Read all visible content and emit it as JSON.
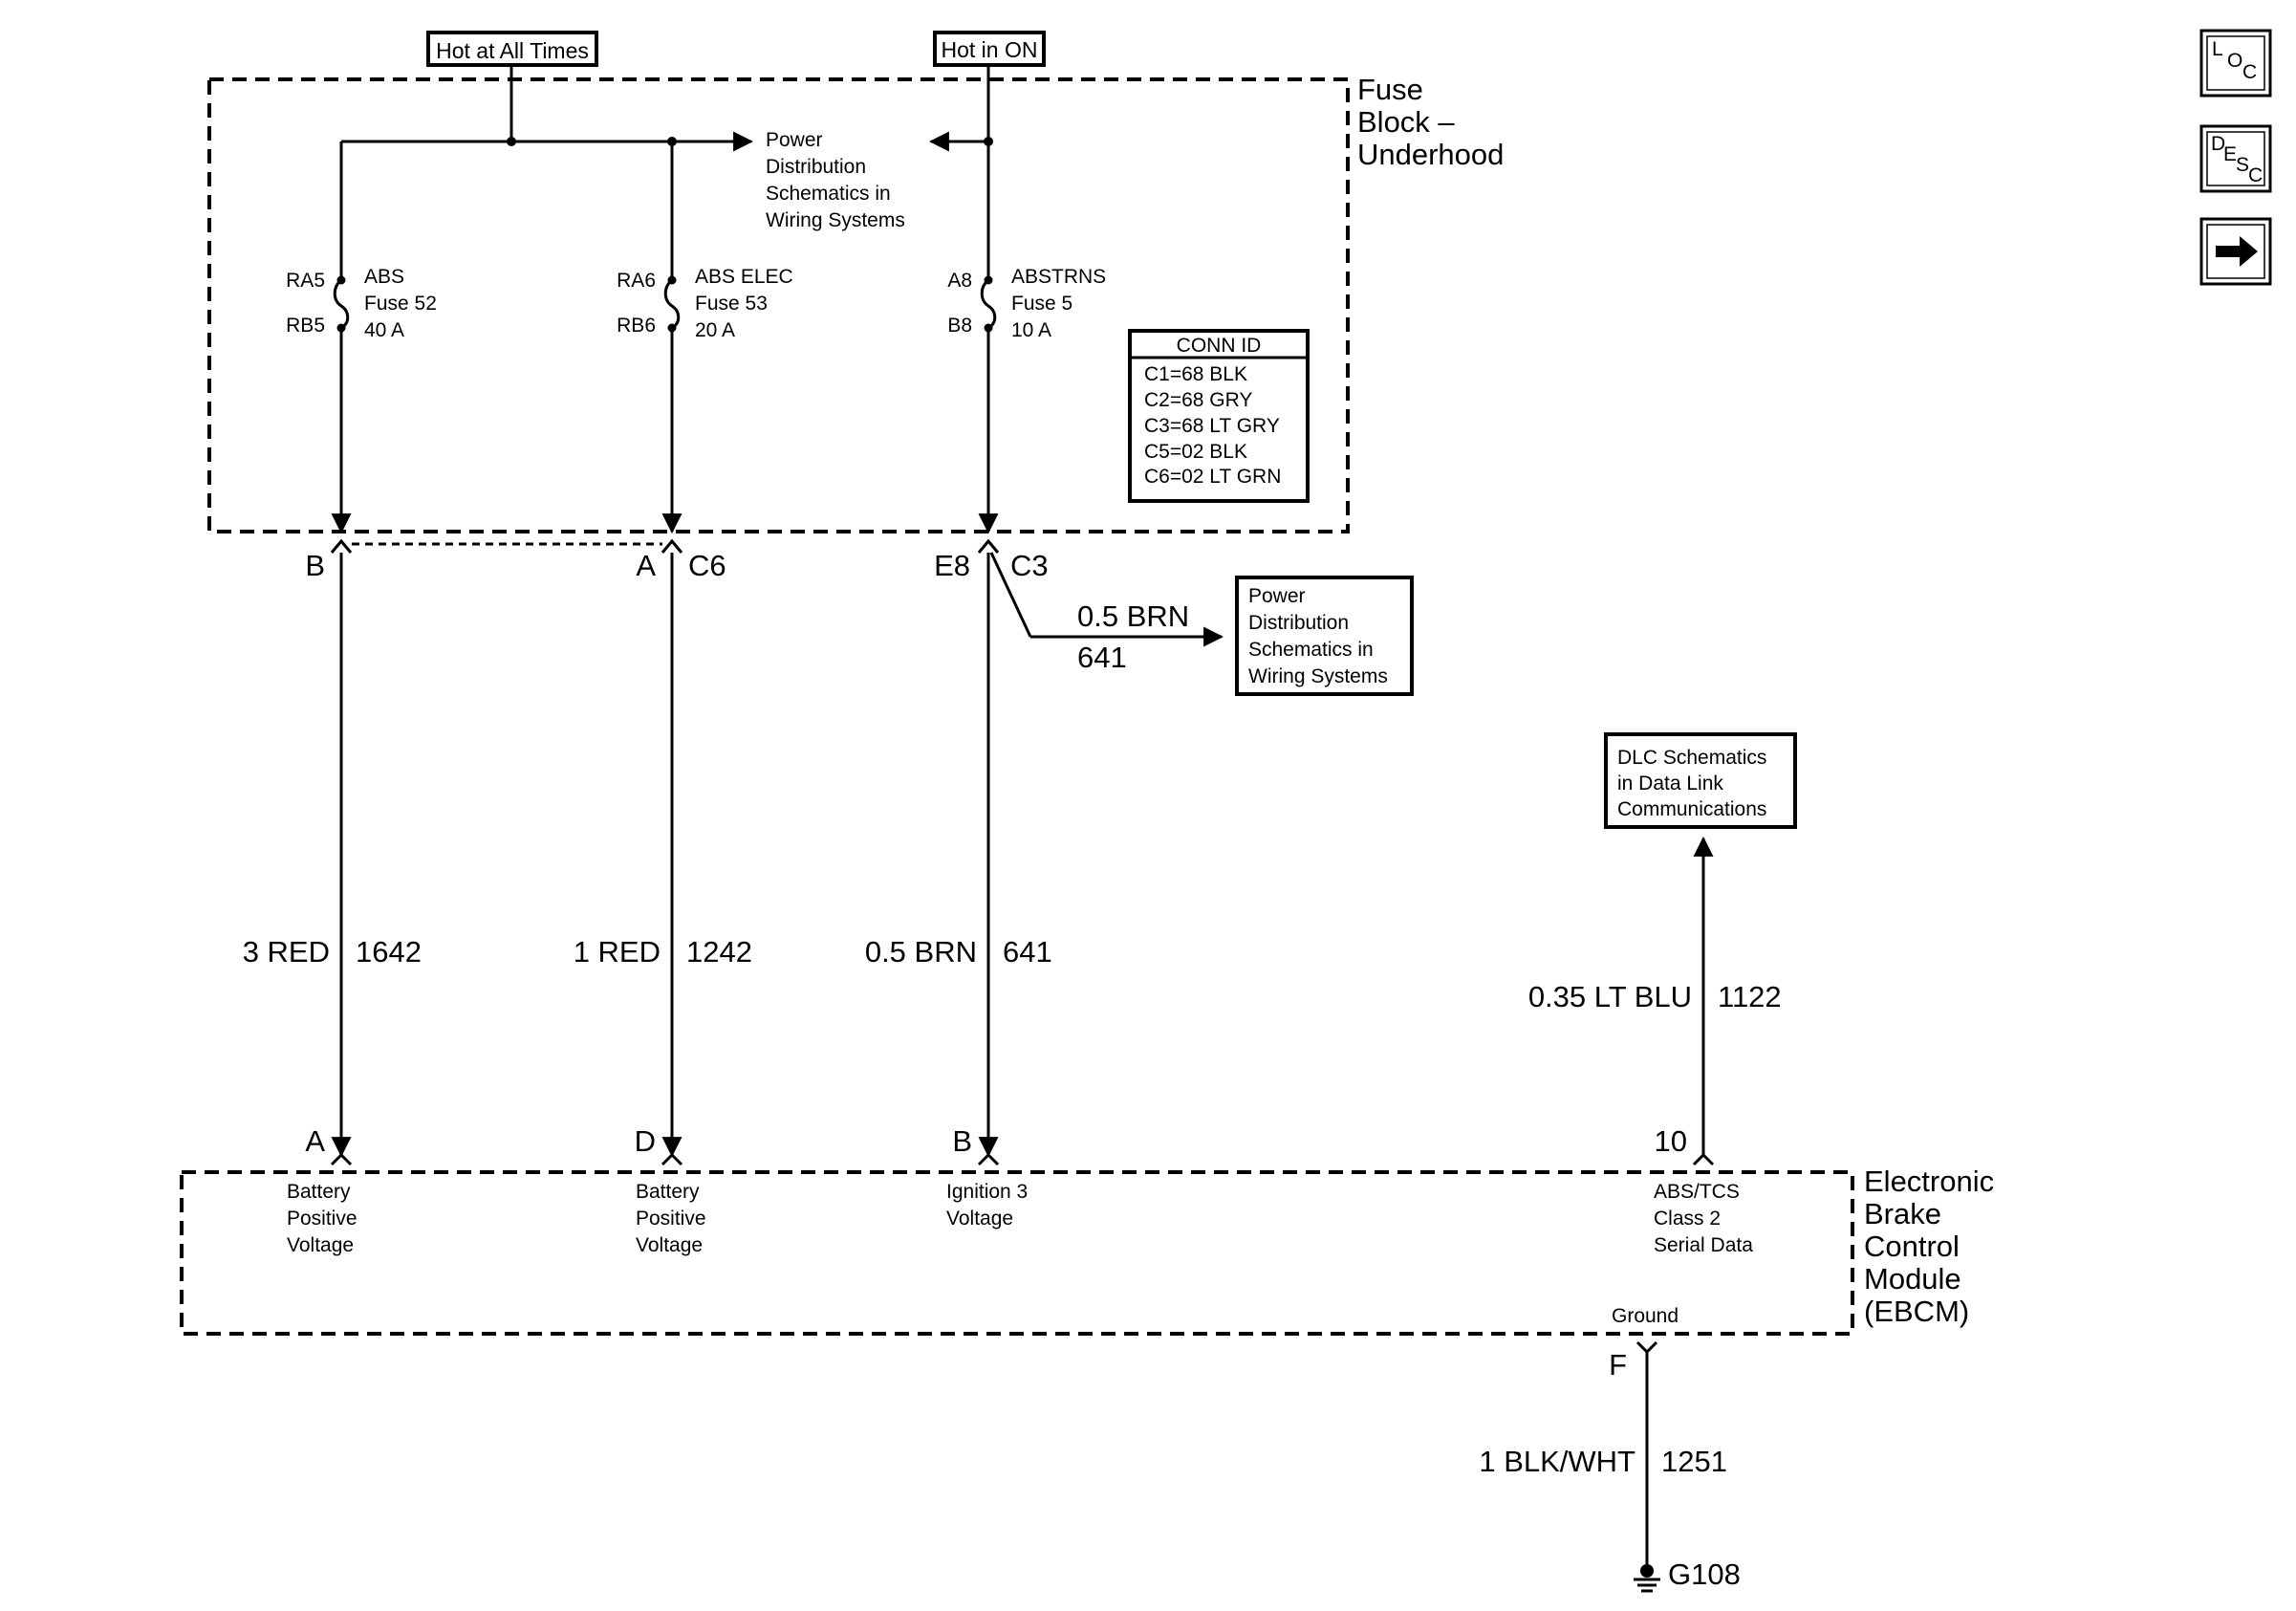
{
  "fuse_block": {
    "title_lines": [
      "Fuse",
      "Block –",
      "Underhood"
    ],
    "hot_at_all_times": "Hot at All Times",
    "hot_in_on": "Hot in ON",
    "power_dist_lines": [
      "Power",
      "Distribution",
      "Schematics in",
      "Wiring Systems"
    ],
    "fuses": [
      {
        "in_term": "RA5",
        "out_term": "RB5",
        "name": "ABS",
        "number": "Fuse 52",
        "rating": "40 A"
      },
      {
        "in_term": "RA6",
        "out_term": "RB6",
        "name": "ABS ELEC",
        "number": "Fuse 53",
        "rating": "20 A"
      },
      {
        "in_term": "A8",
        "out_term": "B8",
        "name": "ABSTRNS",
        "number": "Fuse 5",
        "rating": "10 A"
      }
    ],
    "conn_id": {
      "title": "CONN ID",
      "rows": [
        "C1=68 BLK",
        "C2=68 GRY",
        "C3=68 LT GRY",
        "C5=02 BLK",
        "C6=02 LT GRN"
      ]
    },
    "connector_pins": [
      {
        "pin": "B",
        "conn": ""
      },
      {
        "pin": "A",
        "conn": "C6"
      },
      {
        "pin": "E8",
        "conn": "C3"
      }
    ]
  },
  "branch": {
    "wire_color": "0.5 BRN",
    "circuit": "641",
    "dest_lines": [
      "Power",
      "Distribution",
      "Schematics in",
      "Wiring Systems"
    ]
  },
  "dlc_box": {
    "lines": [
      "DLC Schematics",
      "in Data Link",
      "Communications"
    ]
  },
  "wires": [
    {
      "color": "3 RED",
      "circuit": "1642"
    },
    {
      "color": "1 RED",
      "circuit": "1242"
    },
    {
      "color": "0.5 BRN",
      "circuit": "641"
    },
    {
      "color": "0.35 LT BLU",
      "circuit": "1122"
    }
  ],
  "ebcm": {
    "title_lines": [
      "Electronic",
      "Brake",
      "Control",
      "Module",
      "(EBCM)"
    ],
    "pins": [
      {
        "pin": "A",
        "label_lines": [
          "Battery",
          "Positive",
          "Voltage"
        ]
      },
      {
        "pin": "D",
        "label_lines": [
          "Battery",
          "Positive",
          "Voltage"
        ]
      },
      {
        "pin": "B",
        "label_lines": [
          "Ignition 3",
          "Voltage"
        ]
      },
      {
        "pin": "10",
        "label_lines": [
          "ABS/TCS",
          "Class 2",
          "Serial Data"
        ]
      }
    ],
    "ground_label": "Ground",
    "ground_pin": "F"
  },
  "ground_wire": {
    "color": "1 BLK/WHT",
    "circuit": "1251",
    "ground_point": "G108"
  },
  "nav_buttons": {
    "loc": {
      "l1": "L",
      "l2": "O",
      "l3": "C"
    },
    "desc": {
      "l1": "D",
      "l2": "E",
      "l3": "S",
      "l4": "C"
    },
    "next": {
      "icon": "arrow-right-icon"
    }
  }
}
